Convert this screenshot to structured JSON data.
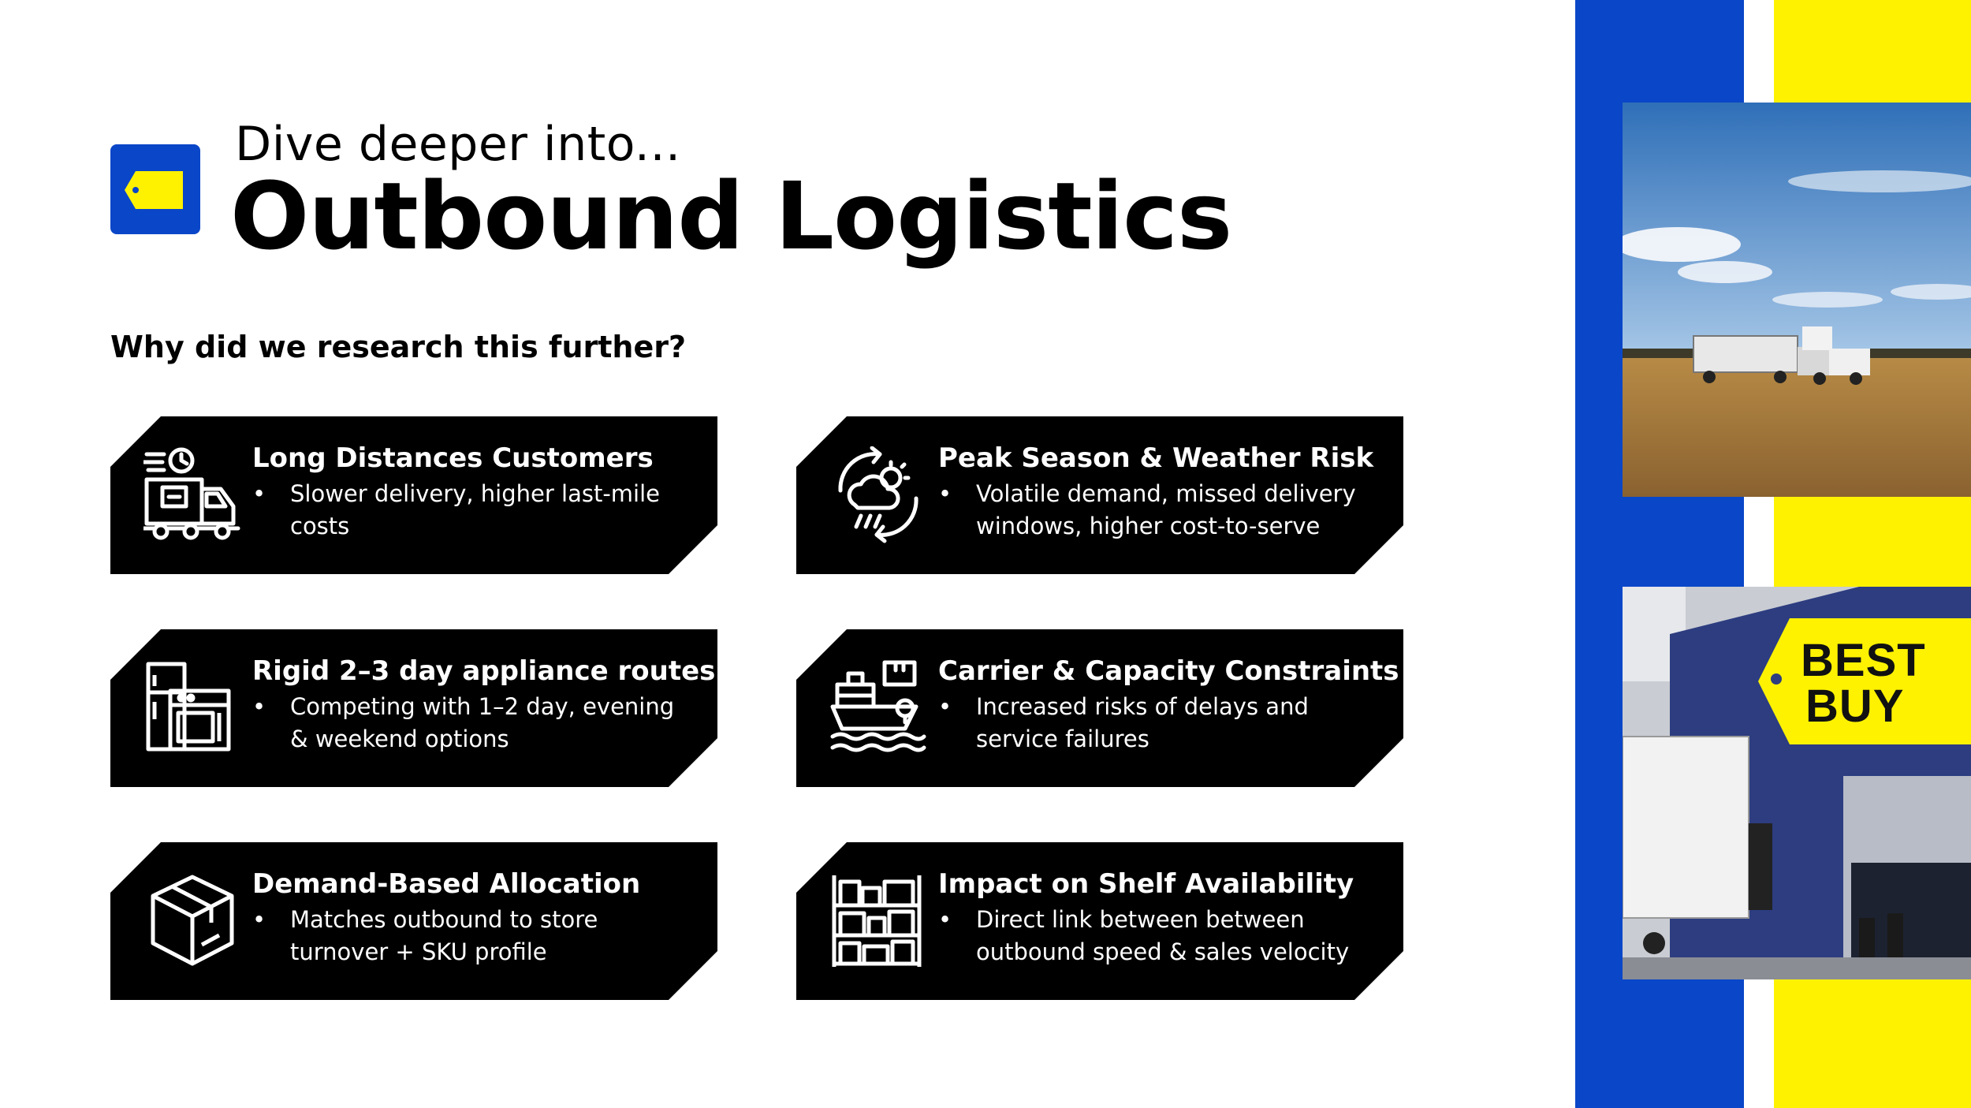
{
  "header": {
    "subtitle": "Dive deeper into...",
    "title": "Outbound Logistics",
    "question": "Why did we research this further?"
  },
  "cards": [
    {
      "title": "Long Distances Customers",
      "bullet": "Slower delivery, higher last-mile costs",
      "icon": "delivery-truck-clock-icon"
    },
    {
      "title": "Peak Season & Weather Risk",
      "bullet": "Volatile demand, missed delivery windows, higher cost-to-serve",
      "icon": "weather-cycle-icon"
    },
    {
      "title": "Rigid 2–3 day appliance routes",
      "bullet": "Competing with 1–2 day, evening & weekend options",
      "icon": "appliances-icon"
    },
    {
      "title": "Carrier & Capacity Constraints",
      "bullet": "Increased risks of delays and service failures",
      "icon": "cargo-ship-icon"
    },
    {
      "title": "Demand-Based Allocation",
      "bullet": "Matches outbound to store turnover + SKU profile",
      "icon": "package-box-icon"
    },
    {
      "title": "Impact on Shelf Availability",
      "bullet": "Direct link between between outbound speed & sales velocity",
      "icon": "warehouse-shelf-icon"
    }
  ],
  "bullet_char": "•",
  "storefront_sign": {
    "line1": "BEST",
    "line2": "BUY"
  },
  "colors": {
    "blue": "#0a46c8",
    "yellow": "#fff200",
    "black": "#000000",
    "white": "#ffffff"
  }
}
